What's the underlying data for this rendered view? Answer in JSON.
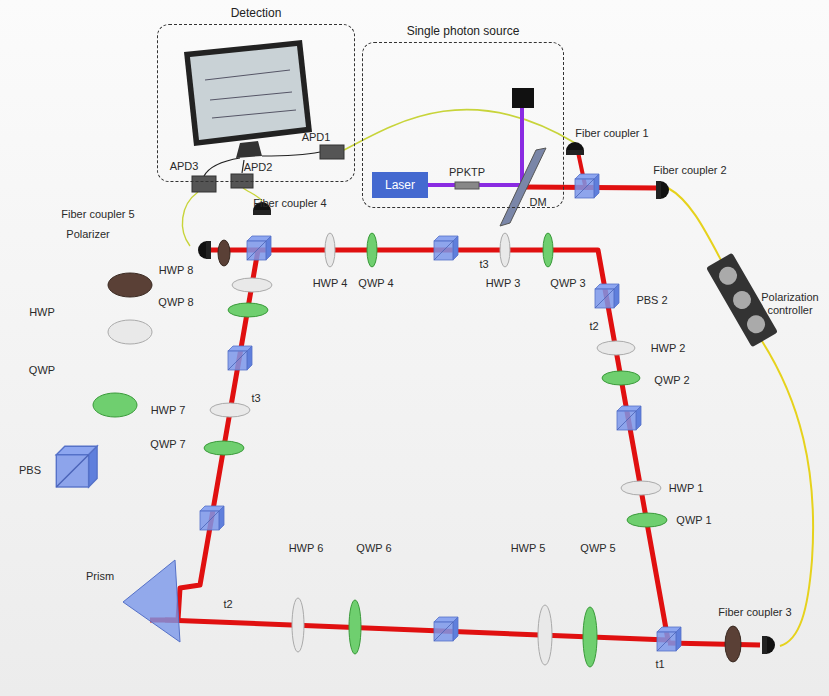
{
  "diagram": {
    "nodes": [
      {
        "text": [
          "Detection"
        ]
      },
      {
        "text": [
          "Single photon source"
        ]
      },
      {
        "text": [
          "Laser"
        ],
        "in": 1
      }
    ],
    "labels": [
      "APD1",
      "APD3",
      "APD2",
      "Fiber coupler 1",
      "Fiber coupler 2",
      "Fiber coupler 4",
      "Fiber coupler 5",
      "PPKTP",
      "DM",
      "Polarization controller",
      "HWP 4",
      "QWP 4",
      "t3",
      "HWP 3",
      "QWP 3",
      "PBS 2",
      "t2",
      "HWP 2",
      "QWP 2",
      "HWP 1",
      "QWP 1",
      "Fiber coupler 3",
      "t1",
      "HWP 5",
      "QWP 5",
      "HWP 6",
      "QWP 6",
      "t2",
      "Prism",
      "HWP 8",
      "QWP 8",
      "t3",
      "HWP 7",
      "QWP 7"
    ],
    "legend": [
      {
        "text": "Polarizer"
      },
      {
        "text": "HWP"
      },
      {
        "text": "QWP"
      },
      {
        "text": "PBS"
      }
    ]
  }
}
